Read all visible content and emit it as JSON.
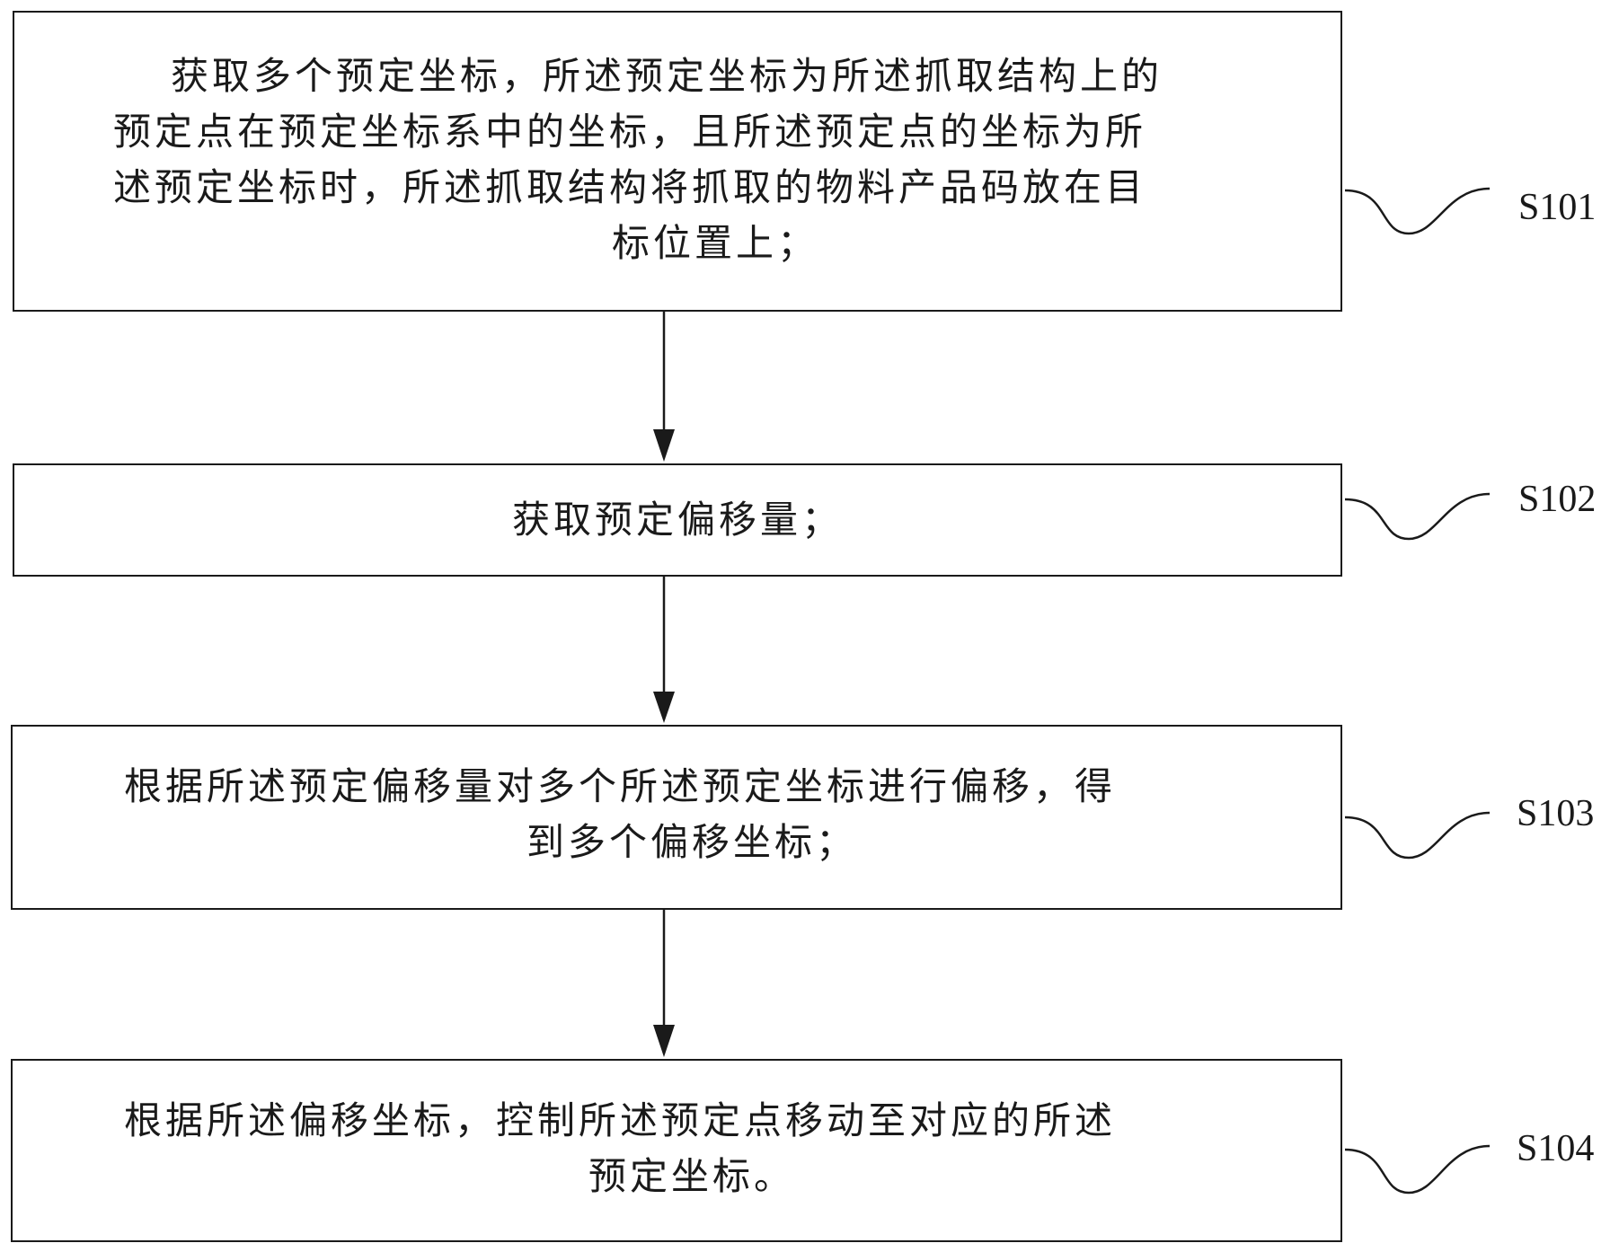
{
  "steps": [
    {
      "id": "S101",
      "lines": [
        "获取多个预定坐标，所述预定坐标为所述抓取结构上的",
        "预定点在预定坐标系中的坐标，且所述预定点的坐标为所",
        "述预定坐标时，所述抓取结构将抓取的物料产品码放在目",
        "标位置上；"
      ]
    },
    {
      "id": "S102",
      "lines": [
        "获取预定偏移量；"
      ]
    },
    {
      "id": "S103",
      "lines": [
        "根据所述预定偏移量对多个所述预定坐标进行偏移，得",
        "到多个偏移坐标；"
      ]
    },
    {
      "id": "S104",
      "lines": [
        "根据所述偏移坐标，控制所述预定点移动至对应的所述",
        "预定坐标。"
      ]
    }
  ]
}
